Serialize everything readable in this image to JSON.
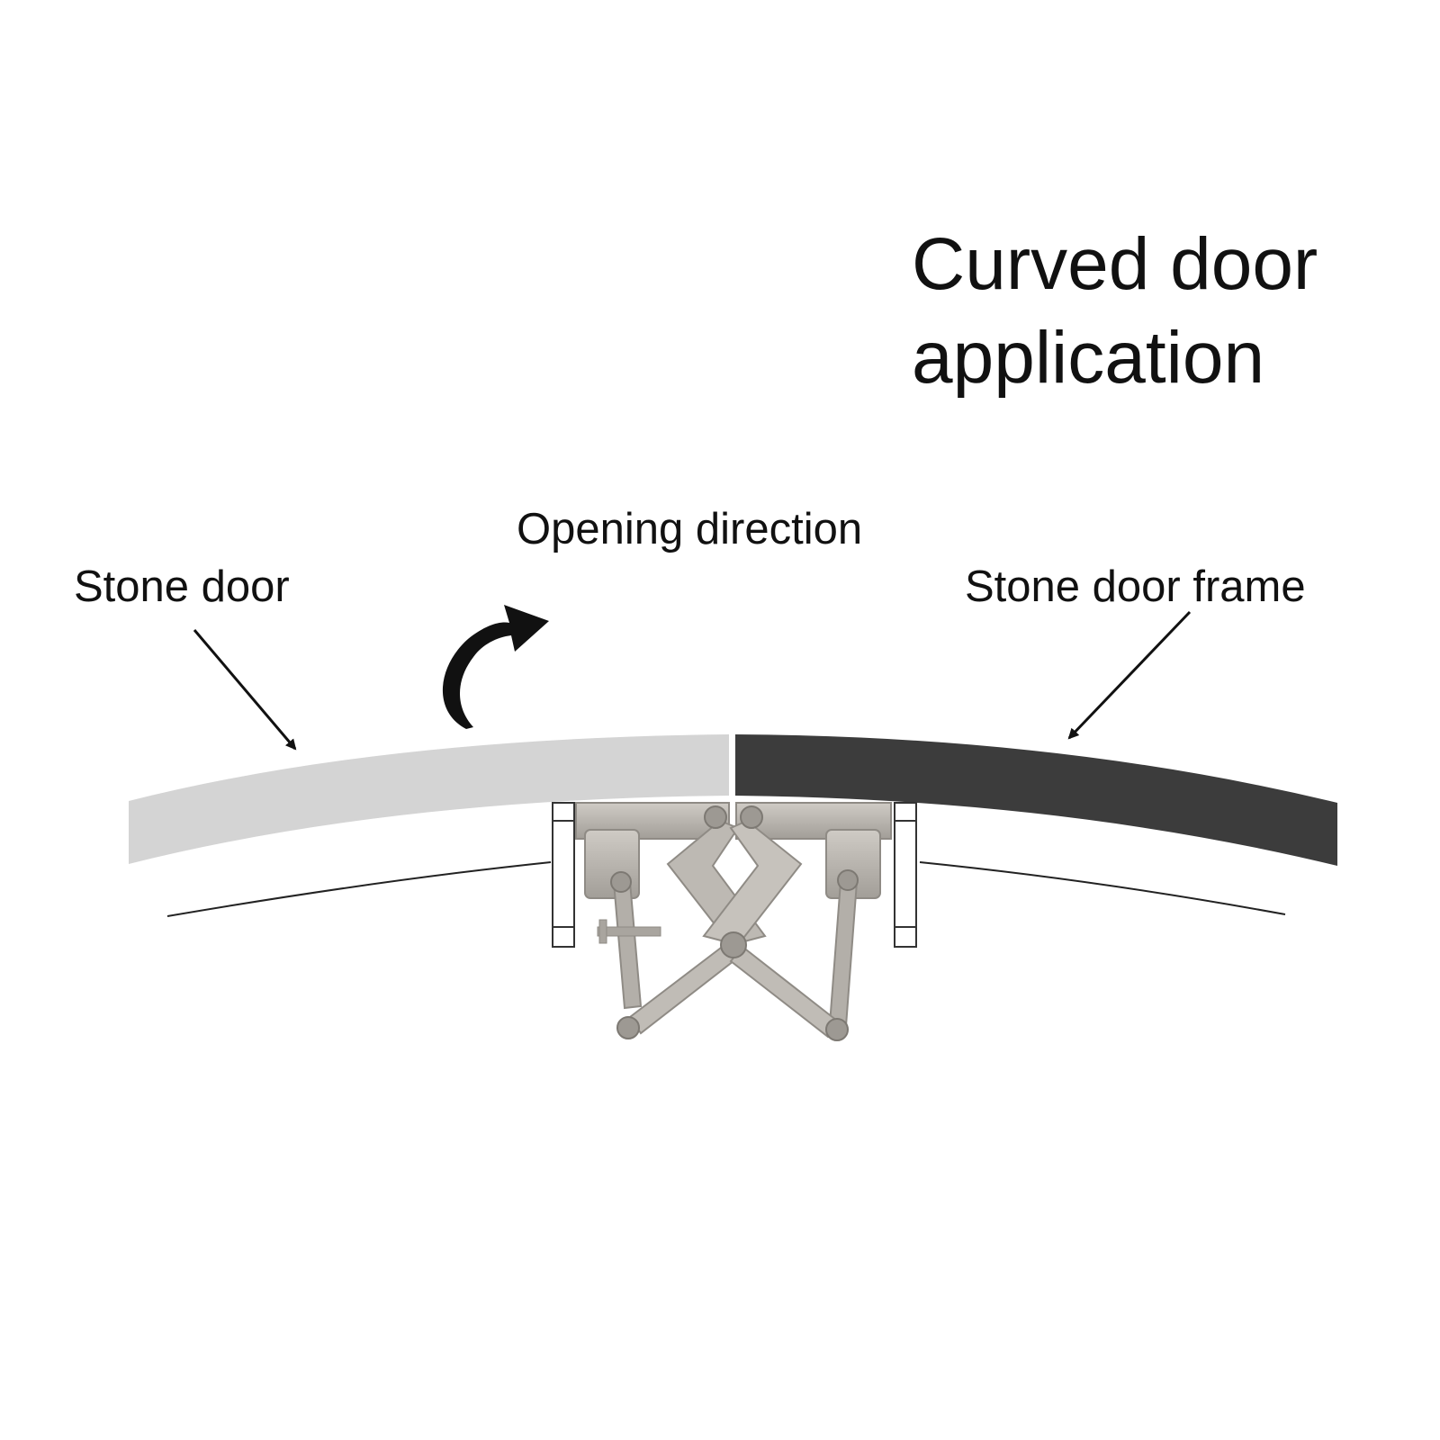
{
  "title": {
    "line1": "Curved door",
    "line2": "application"
  },
  "labels": {
    "stone_door": "Stone door",
    "opening_direction": "Opening direction",
    "stone_door_frame": "Stone door frame"
  },
  "colors": {
    "stone_door": "#d4d4d4",
    "stone_door_frame": "#3c3c3c",
    "hinge_metal": "#b7b3ad",
    "hinge_shadow": "#8f8b85",
    "text": "#111111"
  },
  "icons": {
    "opening_arrow": "curved-arrow-icon",
    "pointer_left": "pointer-arrow-icon",
    "pointer_right": "pointer-arrow-icon"
  }
}
